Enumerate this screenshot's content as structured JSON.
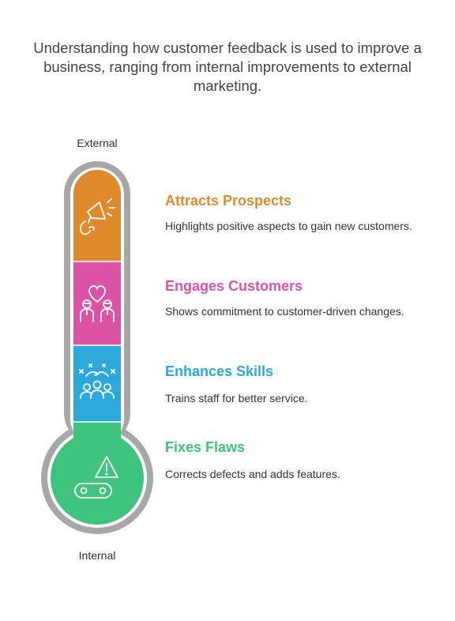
{
  "title": "Understanding how customer feedback is used to improve a business, ranging from internal improvements to external marketing.",
  "scale": {
    "top_label": "External",
    "bottom_label": "Internal"
  },
  "items": [
    {
      "title": "Attracts Prospects",
      "description": "Highlights positive aspects to gain new customers.",
      "color": "#E08A2E",
      "icon": "megaphone-icon"
    },
    {
      "title": "Engages Customers",
      "description": "Shows commitment to customer-driven changes.",
      "color": "#DC52A6",
      "icon": "heart-people-icon"
    },
    {
      "title": "Enhances Skills",
      "description": "Trains staff for better service.",
      "color": "#2BA9DA",
      "icon": "team-training-icon"
    },
    {
      "title": "Fixes Flaws",
      "description": "Corrects defects and adds features.",
      "color": "#3FC47D",
      "icon": "warning-conveyor-icon"
    }
  ],
  "colors": {
    "thermometer_shell": "#A7A7A7",
    "background": "#FFFFFF"
  }
}
